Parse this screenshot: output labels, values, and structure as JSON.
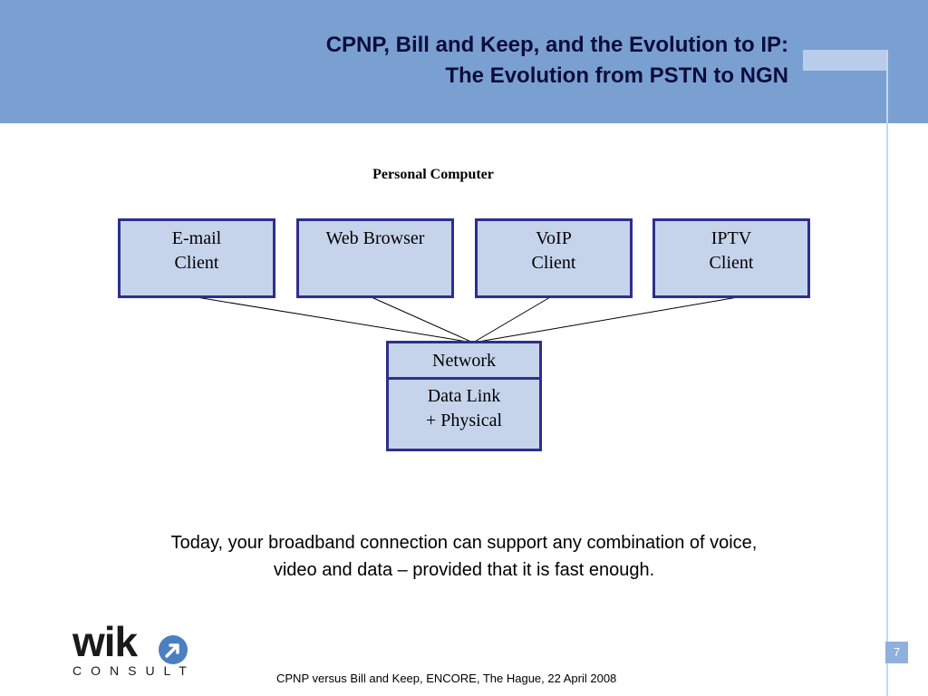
{
  "slide": {
    "title_line1": "CPNP, Bill and Keep, and the Evolution to IP:",
    "title_line2": "The Evolution from PSTN to NGN",
    "page_number": "7",
    "footer": "CPNP versus Bill and Keep, ENCORE, The Hague, 22 April 2008"
  },
  "diagram": {
    "group_label": "Personal Computer",
    "clients": [
      {
        "line1": "E-mail",
        "line2": "Client"
      },
      {
        "line1": "Web Browser",
        "line2": ""
      },
      {
        "line1": "VoIP",
        "line2": "Client"
      },
      {
        "line1": "IPTV",
        "line2": "Client"
      }
    ],
    "stack": {
      "top": "Network",
      "bottom_line1": "Data Link",
      "bottom_line2": "+ Physical"
    }
  },
  "caption": {
    "line1": "Today, your broadband connection can support any combination of voice,",
    "line2": "video and data – provided that it is fast enough."
  },
  "logo": {
    "name": "wik",
    "sub": "CONSULT"
  },
  "colors": {
    "header": "#7aa0d2",
    "box_fill": "#c6d4eb",
    "box_border": "#2e2e8f"
  }
}
